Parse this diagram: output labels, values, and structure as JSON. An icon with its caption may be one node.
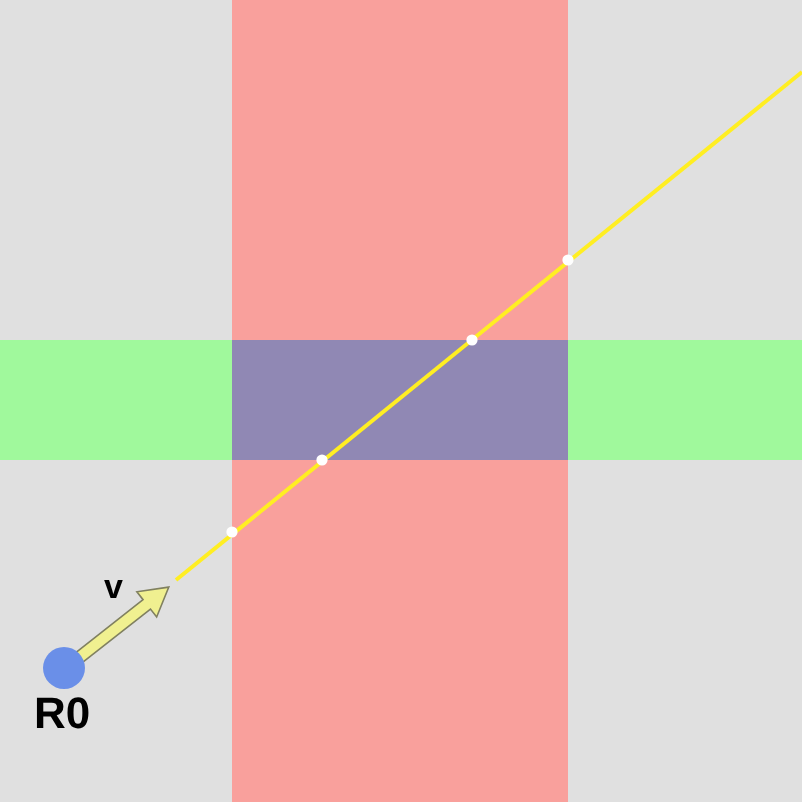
{
  "diagram": {
    "nodes": [
      {
        "text": [],
        "shape": "circle",
        "beside": [
          "R0"
        ]
      }
    ],
    "labels": [
      "v"
    ]
  }
}
